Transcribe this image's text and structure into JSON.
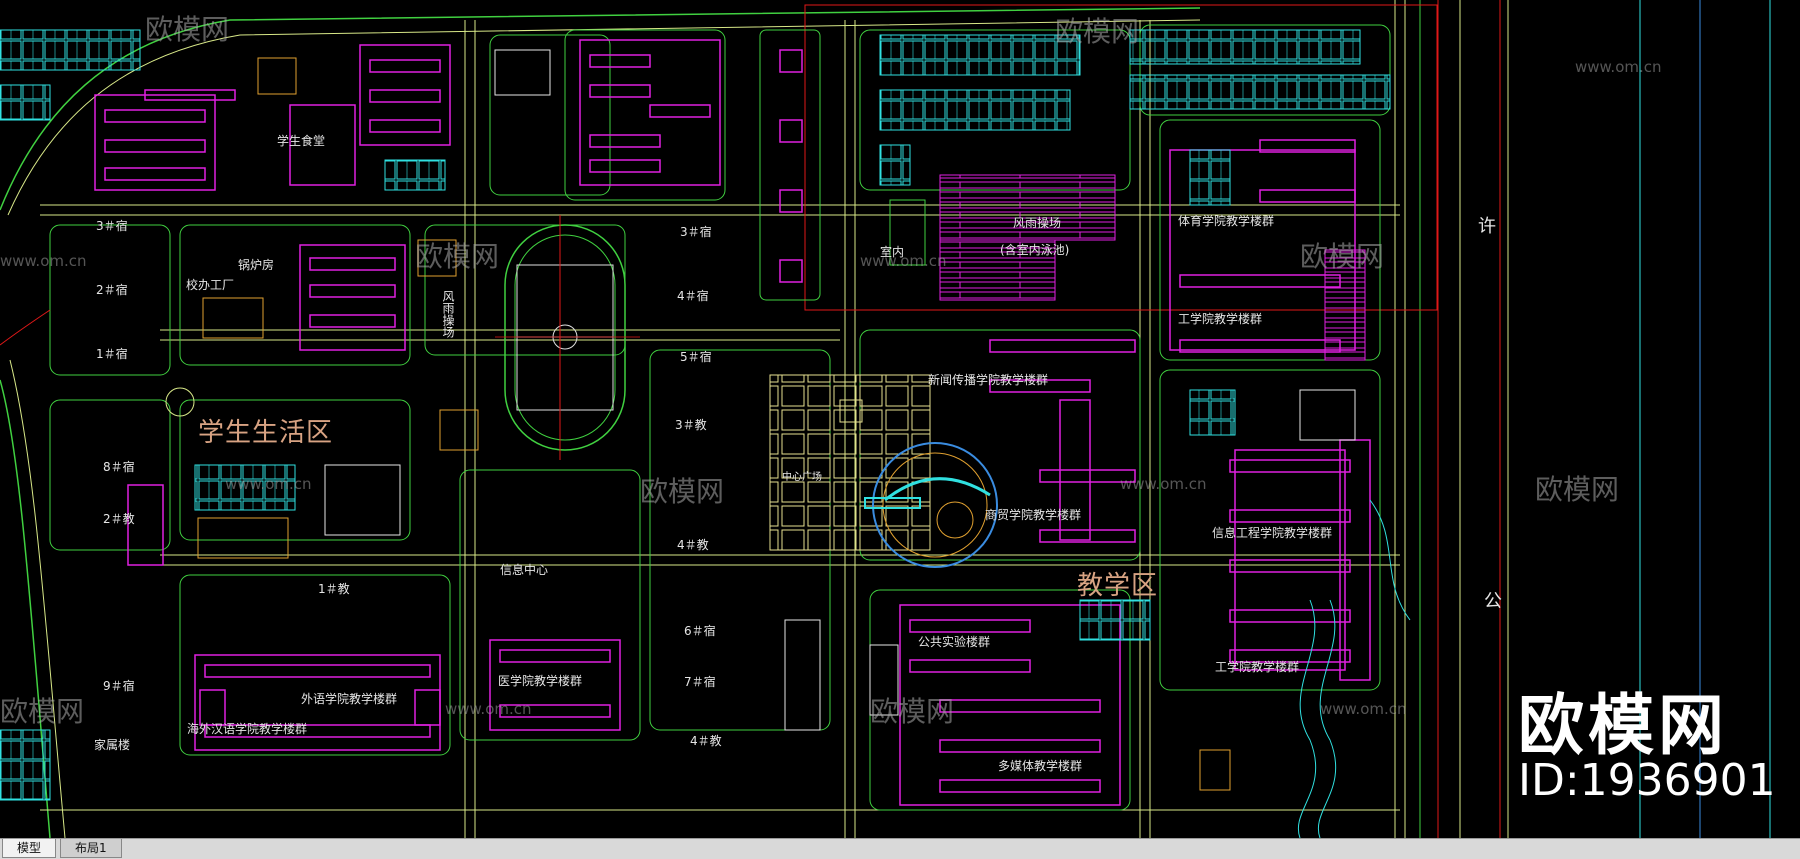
{
  "labels": {
    "zone_student": "学生生活区",
    "zone_teaching": "教学区",
    "dorm3": "3＃宿",
    "dorm2": "2＃宿",
    "dorm1": "1＃宿",
    "dorm8": "8＃宿",
    "dorm9": "9＃宿",
    "dorm3b": "3＃宿",
    "dorm4": "4＃宿",
    "dorm5": "5＃宿",
    "dorm6": "6＃宿",
    "dorm7": "7＃宿",
    "teach3": "3＃教",
    "teach4": "4＃教",
    "teach1": "1＃教",
    "teach2": "2＃教",
    "teach4b": "4＃教",
    "canteen": "学生食堂",
    "boiler": "锅炉房",
    "factory": "校办工厂",
    "wind_rain": "风雨操场",
    "wind_rain_v": "风雨操场",
    "pool": "(含室内泳池)",
    "indoor": "室内",
    "sports_college": "体育学院教学楼群",
    "engineering_college": "工学院教学楼群",
    "info_eng": "信息工程学院教学楼群",
    "engineering": "工学院教学楼群",
    "media_college": "新闻传播学院教学楼群",
    "business": "商贸学院教学楼群",
    "plaza": "中心广场",
    "info_center": "信息中心",
    "public_lab": "公共实验楼群",
    "medical": "医学院教学楼群",
    "foreign": "外语学院教学楼群",
    "overseas": "海外汉语学院教学楼群",
    "multimedia": "多媒体教学楼群",
    "family": "家属楼",
    "road_xu": "许",
    "road_gong": "公"
  },
  "watermark": {
    "text": "欧模网",
    "url": "www.om.cn"
  },
  "brand": {
    "name": "欧模网",
    "id": "ID:1936901"
  },
  "tabs": {
    "model": "模型",
    "layout": "布局1"
  },
  "colors": {
    "background": "#000000",
    "road": "#d8e888",
    "magenta": "#e020e0",
    "cyan": "#30e0e0",
    "green": "#40d040",
    "red": "#e01818",
    "orange": "#e0a030"
  }
}
